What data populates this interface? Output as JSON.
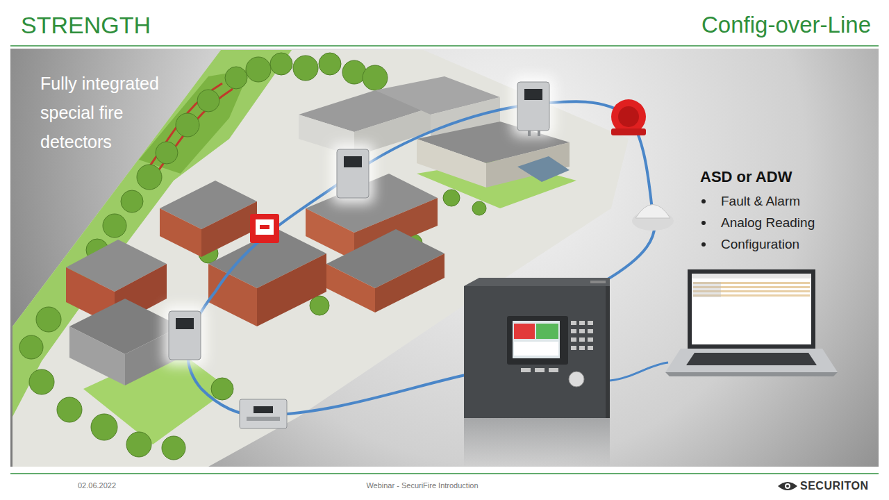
{
  "diagram": {
    "title": "STRENGTH",
    "labels": [
      "Config-over-Line",
      "Fully integrated special fire detectors",
      "ASD or ADW",
      "Fault & Alarm",
      "Analog Reading",
      "Configuration",
      "02.06.2022",
      "Webinar - SecuriFire Introduction",
      "SECURITON"
    ]
  }
}
